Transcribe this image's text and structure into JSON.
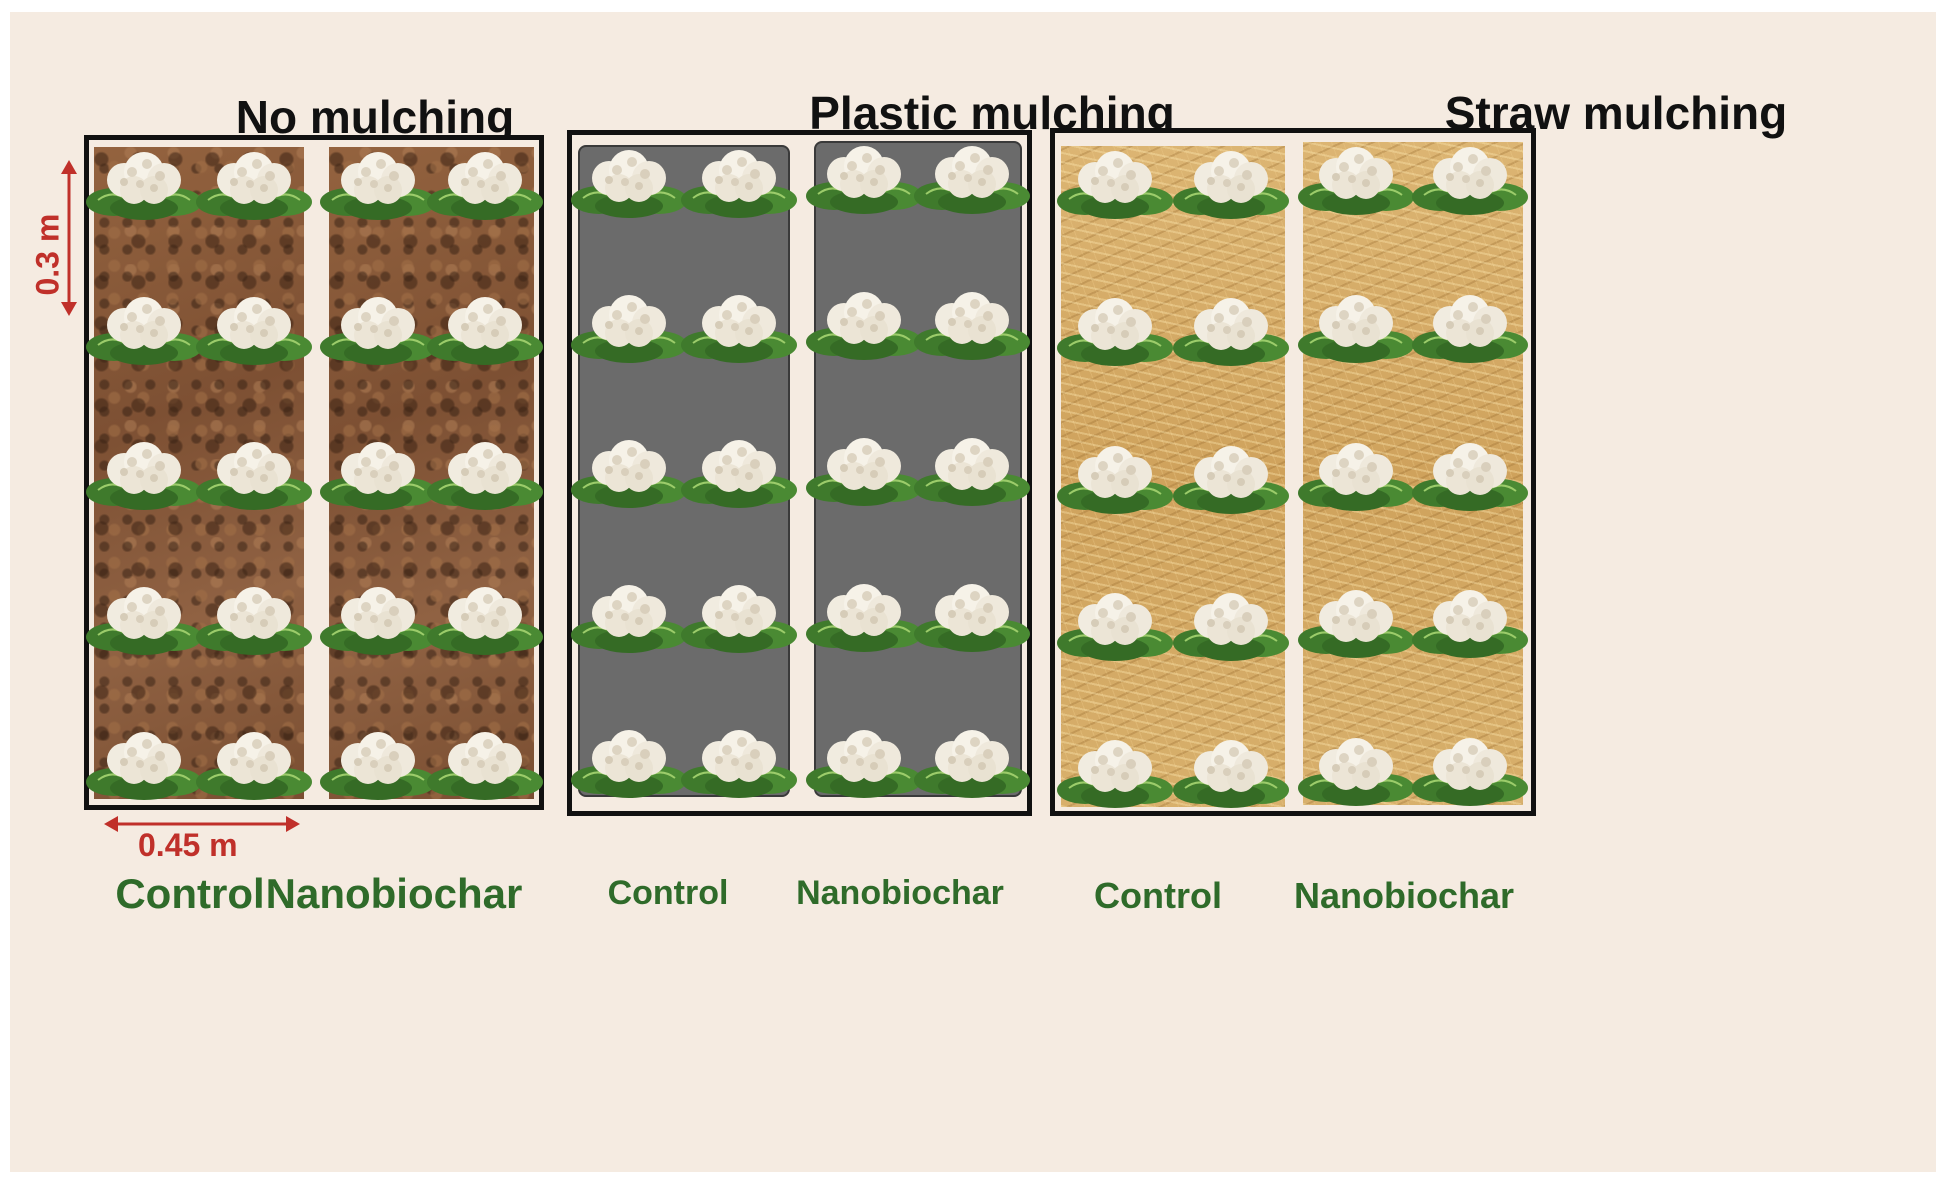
{
  "blocks": [
    {
      "title": "No mulching",
      "plots": [
        {
          "label": "Control",
          "surface": "soil"
        },
        {
          "label": "Nanobiochar",
          "surface": "soil"
        }
      ]
    },
    {
      "title": "Plastic mulching",
      "plots": [
        {
          "label": "Control",
          "surface": "plastic"
        },
        {
          "label": "Nanobiochar",
          "surface": "plastic"
        }
      ]
    },
    {
      "title": "Straw mulching",
      "plots": [
        {
          "label": "Control",
          "surface": "straw"
        },
        {
          "label": "Nanobiochar",
          "surface": "straw"
        }
      ]
    }
  ],
  "plant_rows": 5,
  "plants_per_row": 2,
  "plant_icon": "cauliflower-icon",
  "dimensions": {
    "row_spacing": "0.3 m",
    "plant_spacing": "0.45 m"
  },
  "colors": {
    "background": "#f5ebe1",
    "dimension": "#c0302a",
    "label": "#2f6b2a",
    "plastic": "#6b6b6b",
    "soil": "#8a5a3a",
    "straw": "#d9b06a"
  }
}
